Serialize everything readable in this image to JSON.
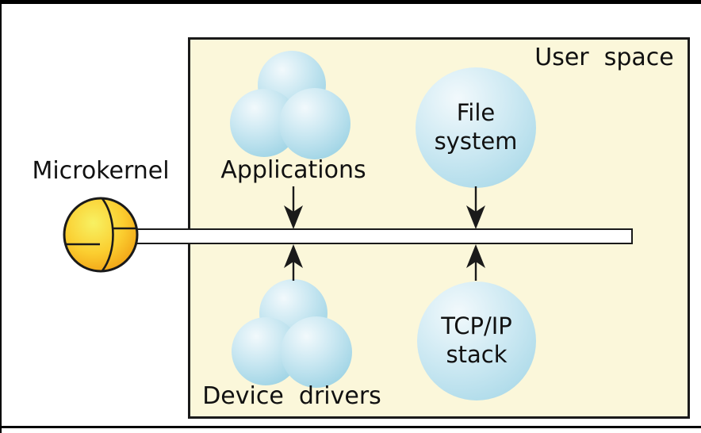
{
  "labels": {
    "microkernel": "Microkernel",
    "applications": "Applications",
    "user_space": "User space",
    "device_drivers": "Device drivers"
  },
  "nodes": {
    "file_system": {
      "line1": "File",
      "line2": "system"
    },
    "tcp_ip_stack": {
      "line1": "TCP/IP",
      "line2": "stack"
    }
  },
  "icons": {
    "microkernel_sphere": "segmented-orange-sphere-icon",
    "applications_cluster": "three-bubble-cluster-icon",
    "device_drivers_cluster": "three-bubble-cluster-icon"
  },
  "colors": {
    "background": "#FFFFFF",
    "frame": "#000000",
    "user_space_bg": "#FBF7DA",
    "outline": "#1A1A1A",
    "bus_fill": "#FFFFFF",
    "bubble_highlight": "#F2F9FC",
    "bubble_mid": "#CBE8F2",
    "bubble_edge": "#9FD4E5",
    "kernel_highlight": "#F7F163",
    "kernel_mid": "#FBCE30",
    "kernel_edge": "#F09D12",
    "text": "#111111"
  }
}
